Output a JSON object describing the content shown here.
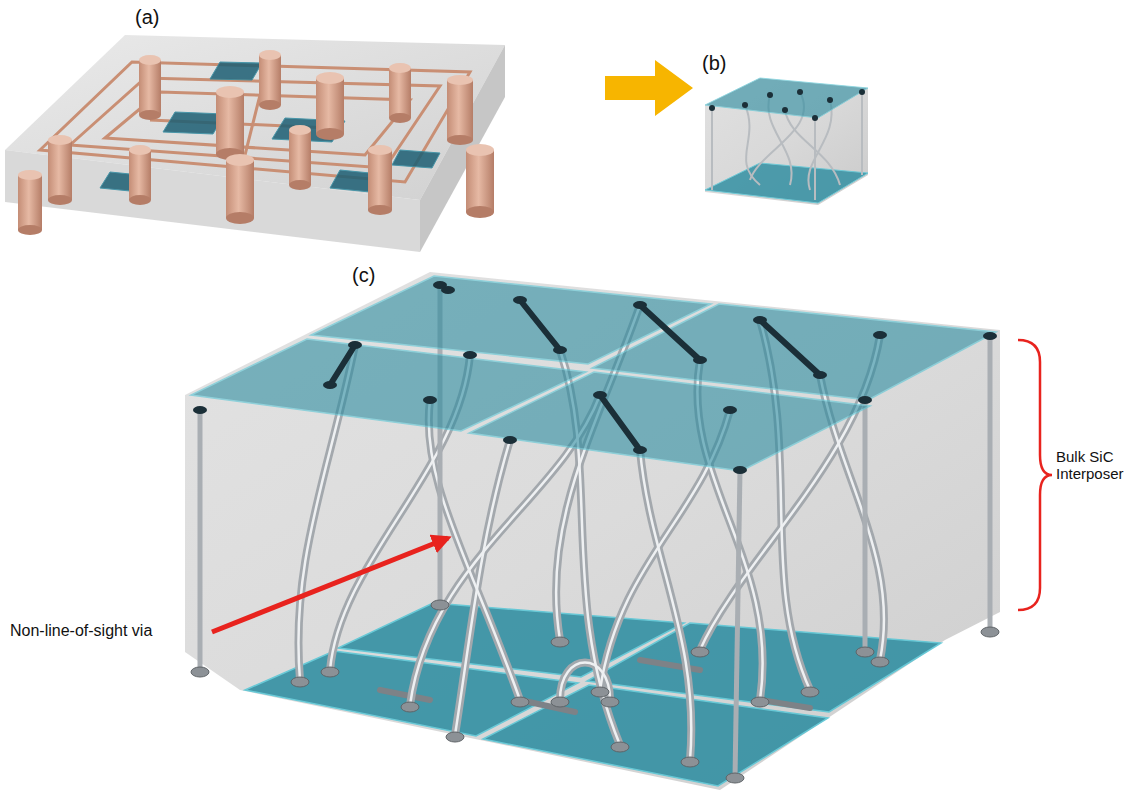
{
  "diagram": {
    "labels": [
      "(a)",
      "(b)",
      "(c)",
      "Non-line-of-sight via",
      "Bulk SiC Interposer"
    ]
  }
}
